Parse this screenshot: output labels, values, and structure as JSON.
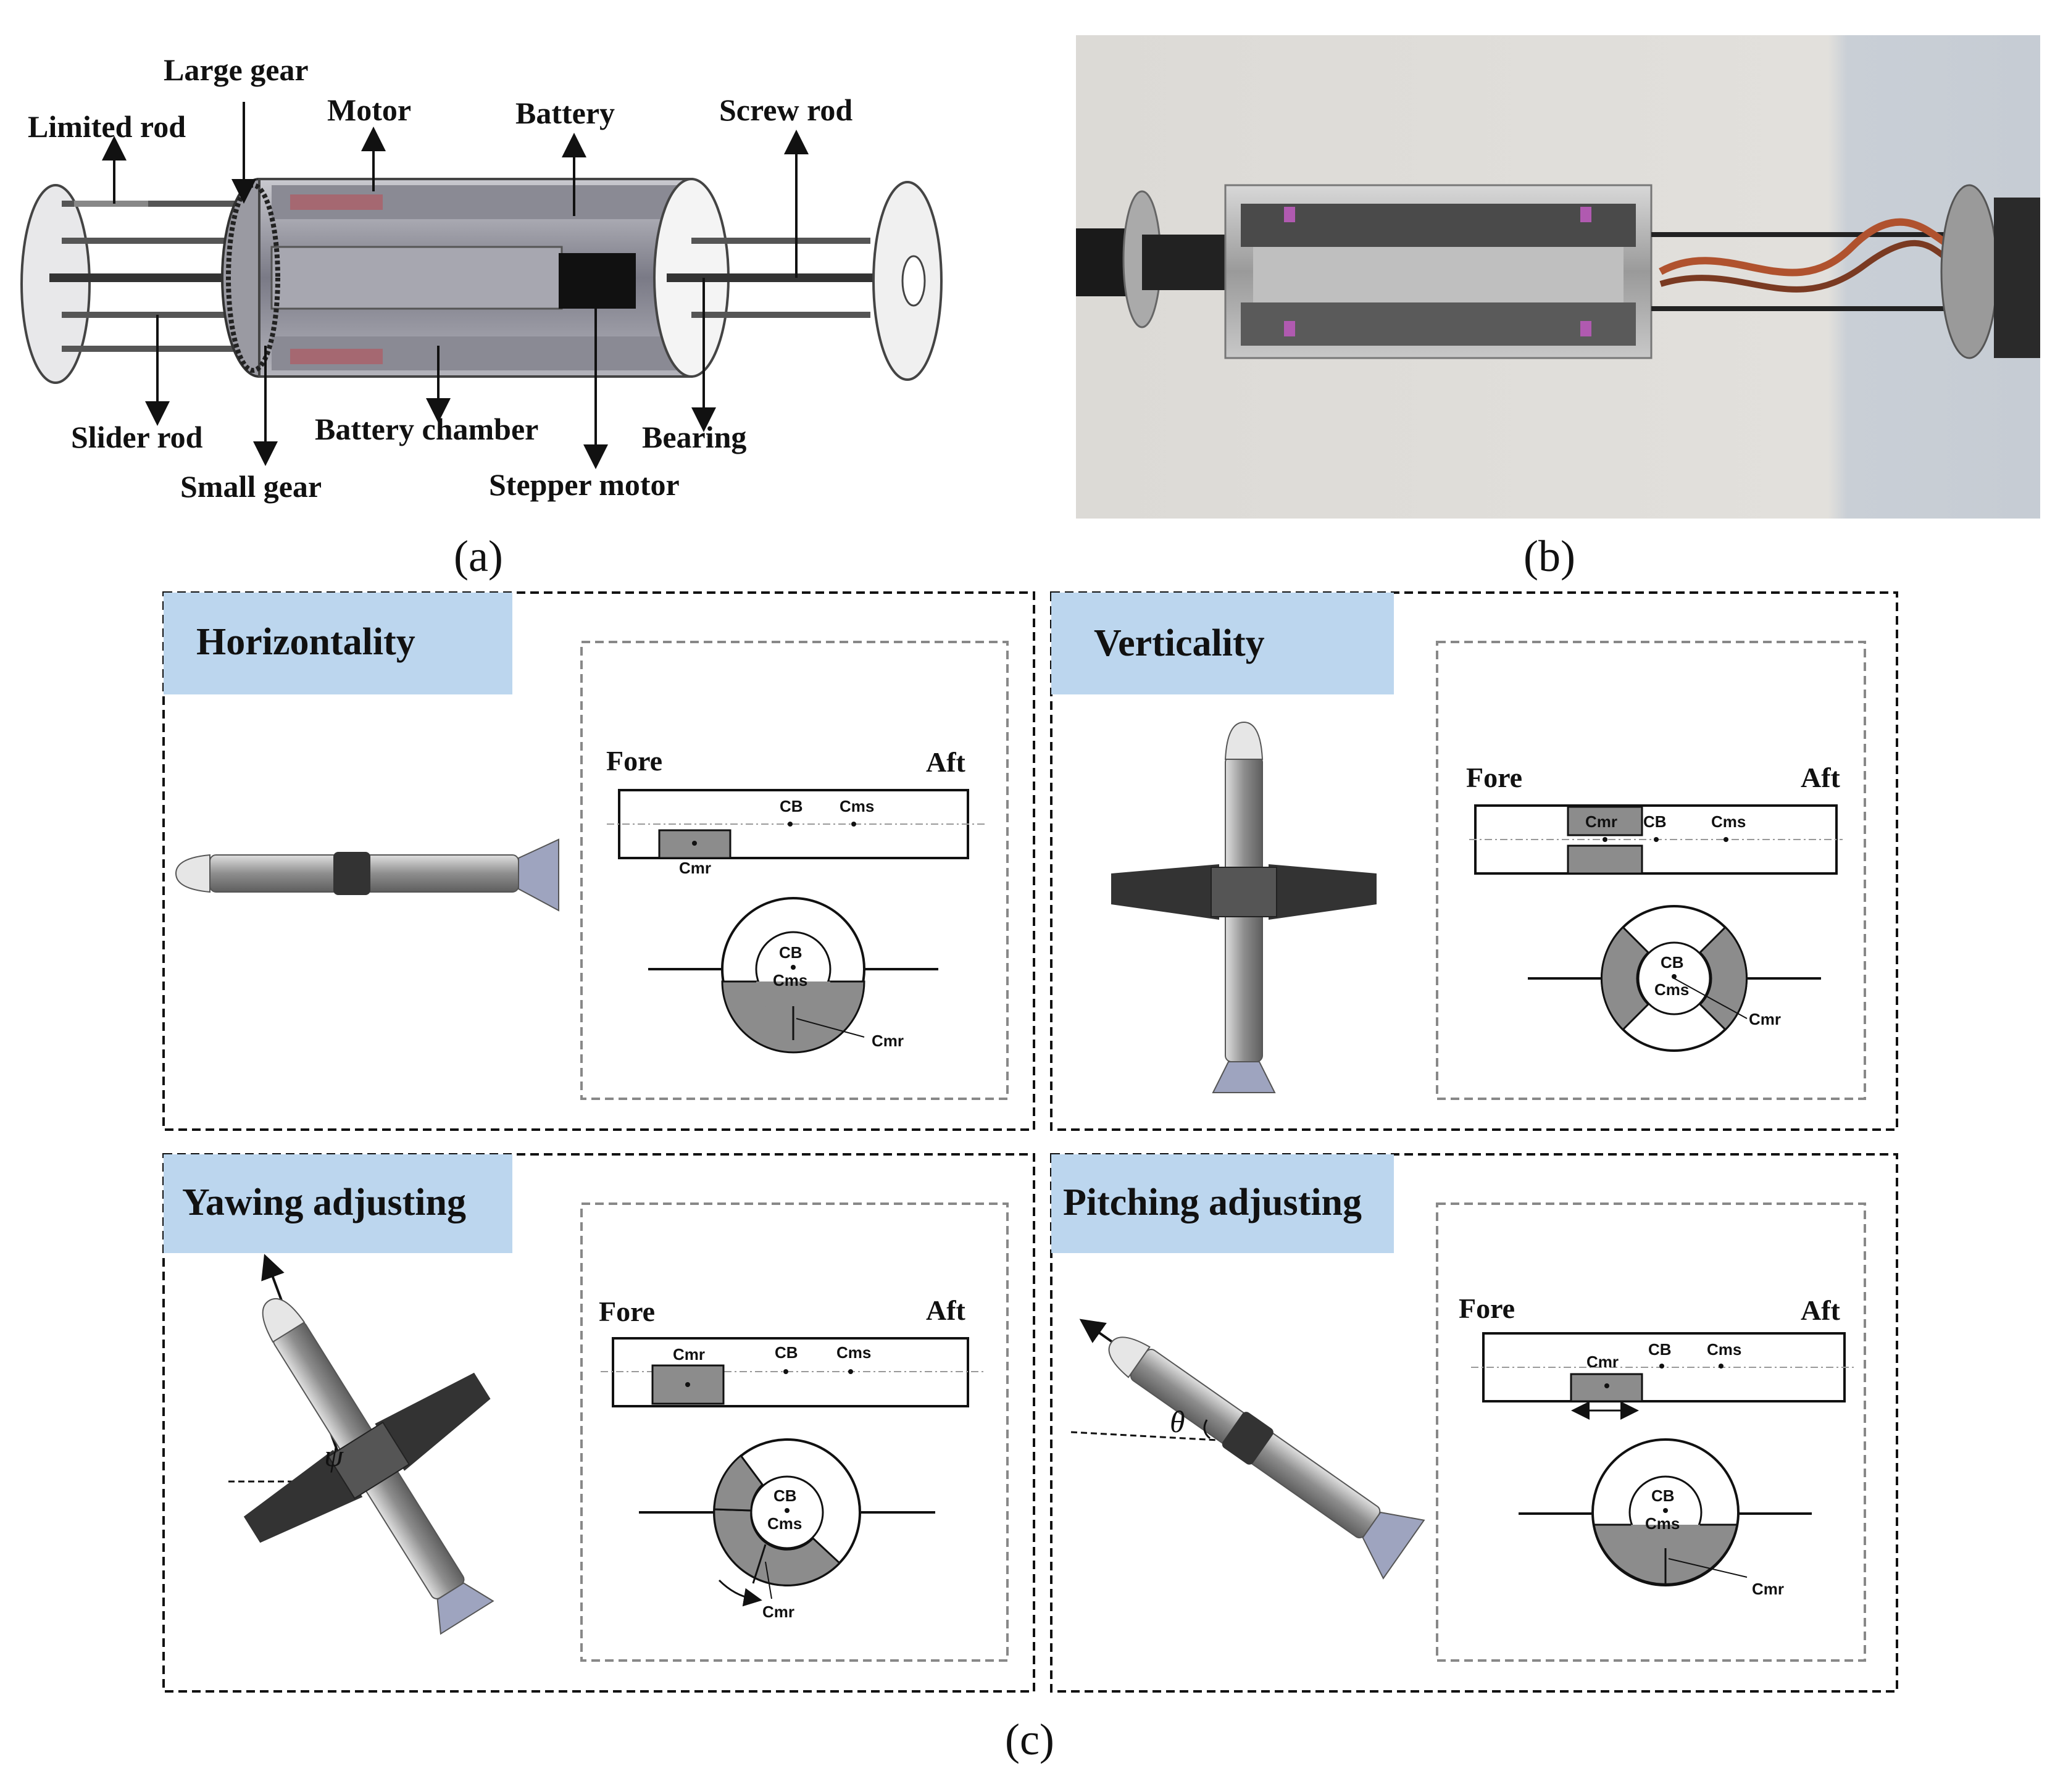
{
  "panel_a": {
    "labels": {
      "large_gear": "Large gear",
      "limited_rod": "Limited rod",
      "motor": "Motor",
      "battery": "Battery",
      "screw_rod": "Screw rod",
      "slider_rod": "Slider rod",
      "battery_chamber": "Battery chamber",
      "bearing": "Bearing",
      "small_gear": "Small gear",
      "stepper_motor": "Stepper motor"
    },
    "caption": "(a)"
  },
  "panel_b": {
    "caption": "(b)"
  },
  "panel_c": {
    "caption": "(c)",
    "horizontality": {
      "title": "Horizontality",
      "fore": "Fore",
      "aft": "Aft",
      "cb": "CB",
      "cms": "Cms",
      "cmr": "Cmr"
    },
    "verticality": {
      "title": "Verticality",
      "fore": "Fore",
      "aft": "Aft",
      "cb": "CB",
      "cms": "Cms",
      "cmr": "Cmr"
    },
    "yawing": {
      "title": "Yawing adjusting",
      "fore": "Fore",
      "aft": "Aft",
      "cb": "CB",
      "cms": "Cms",
      "cmr": "Cmr",
      "angle": "ψ"
    },
    "pitching": {
      "title": "Pitching adjusting",
      "fore": "Fore",
      "aft": "Aft",
      "cb": "CB",
      "cms": "Cms",
      "cmr": "Cmr",
      "angle": "θ"
    }
  },
  "colors": {
    "title_bg": "#bcd6ee",
    "mass_gray": "#8c8c8c",
    "wing": "#333333",
    "hull": "#9a9a9a"
  }
}
